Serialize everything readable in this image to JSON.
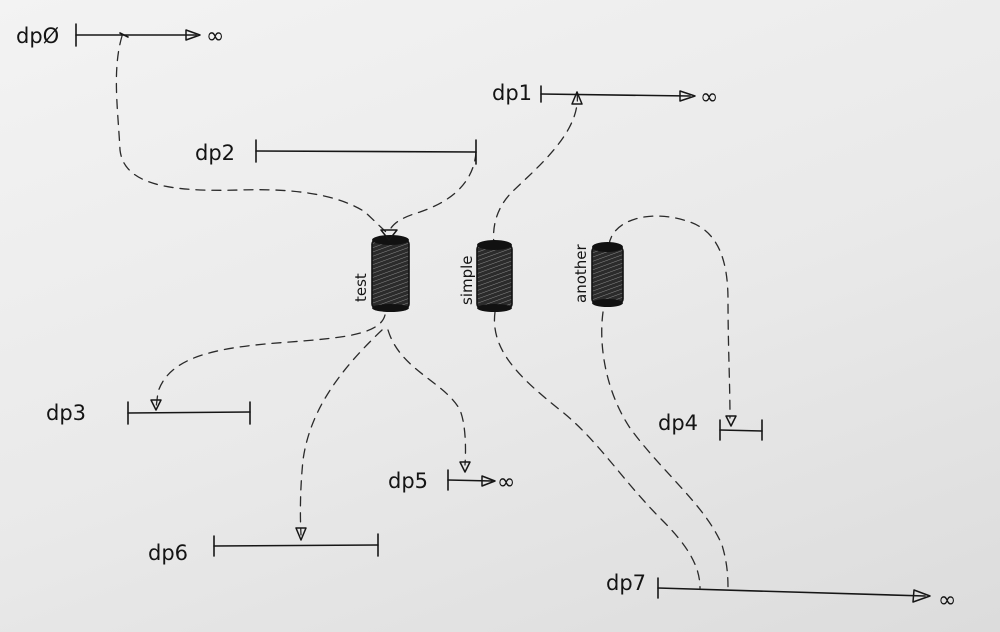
{
  "infinity_symbol": "∞",
  "datapoints": [
    {
      "id": "dp0",
      "label": "dpØ",
      "unbounded": true
    },
    {
      "id": "dp1",
      "label": "dp1",
      "unbounded": true
    },
    {
      "id": "dp2",
      "label": "dp2",
      "unbounded": false
    },
    {
      "id": "dp3",
      "label": "dp3",
      "unbounded": false
    },
    {
      "id": "dp4",
      "label": "dp4",
      "unbounded": false
    },
    {
      "id": "dp5",
      "label": "dp5",
      "unbounded": true
    },
    {
      "id": "dp6",
      "label": "dp6",
      "unbounded": false
    },
    {
      "id": "dp7",
      "label": "dp7",
      "unbounded": true
    }
  ],
  "queues": [
    {
      "id": "test",
      "label": "test"
    },
    {
      "id": "simple",
      "label": "simple"
    },
    {
      "id": "another",
      "label": "another"
    }
  ]
}
